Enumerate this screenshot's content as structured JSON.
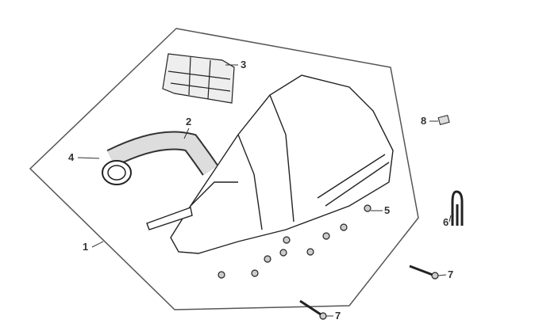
{
  "diagram": {
    "title": "Air cleaner assembly exploded view",
    "callouts": [
      {
        "id": "1"
      },
      {
        "id": "2"
      },
      {
        "id": "3"
      },
      {
        "id": "4"
      },
      {
        "id": "5"
      },
      {
        "id": "6"
      },
      {
        "id": "7"
      },
      {
        "id": "7"
      },
      {
        "id": "8"
      }
    ]
  }
}
